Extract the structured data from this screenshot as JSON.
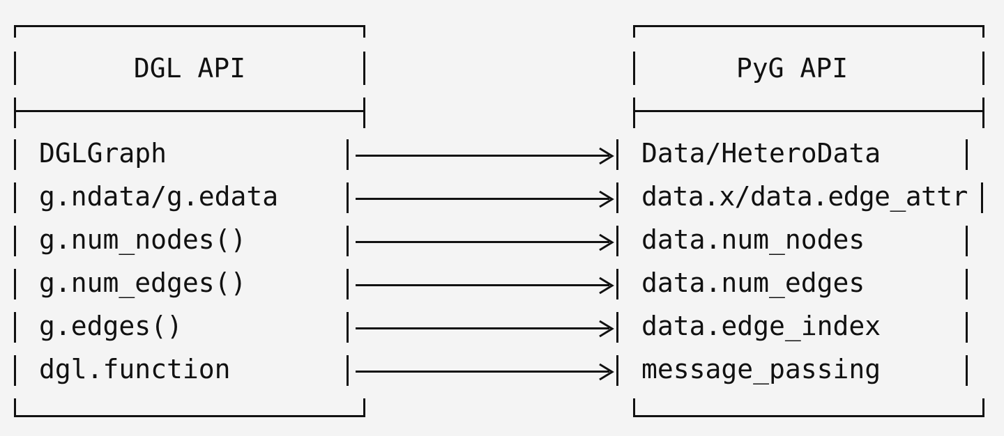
{
  "diagram": {
    "left_box": {
      "title": "DGL API",
      "items": [
        "DGLGraph",
        "g.ndata/g.edata",
        "g.num_nodes()",
        "g.num_edges()",
        "g.edges()",
        "dgl.function"
      ]
    },
    "right_box": {
      "title": "PyG API",
      "items": [
        "Data/HeteroData",
        "data.x/data.edge_attr",
        "data.num_nodes",
        "data.num_edges",
        "data.edge_index",
        "message_passing"
      ]
    },
    "arrow_icon": "right-arrow-icon"
  }
}
